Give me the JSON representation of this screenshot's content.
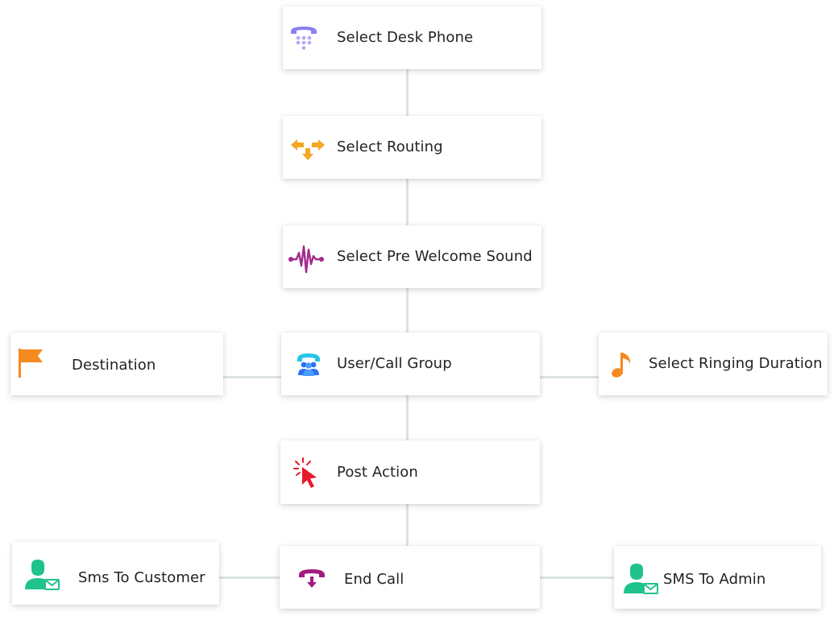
{
  "flow": {
    "nodes": {
      "desk_phone": {
        "label": "Select Desk Phone",
        "icon": "desk-phone-keypad-icon",
        "color": "#8b80f0"
      },
      "routing": {
        "label": "Select Routing",
        "icon": "routing-arrows-icon",
        "color": "#f5a623"
      },
      "pre_welcome": {
        "label": "Select Pre Welcome Sound",
        "icon": "sound-wave-icon",
        "color": "#a32a8e"
      },
      "user_group": {
        "label": "User/Call Group",
        "icon": "call-group-icon",
        "color": "#2f8ef6"
      },
      "destination": {
        "label": "Destination",
        "icon": "flag-icon",
        "color": "#f58a1f"
      },
      "ringing": {
        "label": "Select Ringing Duration",
        "icon": "music-note-icon",
        "color": "#f58a1f"
      },
      "post_action": {
        "label": "Post Action",
        "icon": "click-cursor-icon",
        "color": "#e8192c"
      },
      "end_call": {
        "label": "End Call",
        "icon": "hang-up-icon",
        "color": "#a31b7e"
      },
      "sms_customer": {
        "label": "Sms To Customer",
        "icon": "user-message-icon",
        "color": "#1fc28b"
      },
      "sms_admin": {
        "label": "SMS To Admin",
        "icon": "user-message-icon",
        "color": "#1fc28b"
      }
    }
  }
}
